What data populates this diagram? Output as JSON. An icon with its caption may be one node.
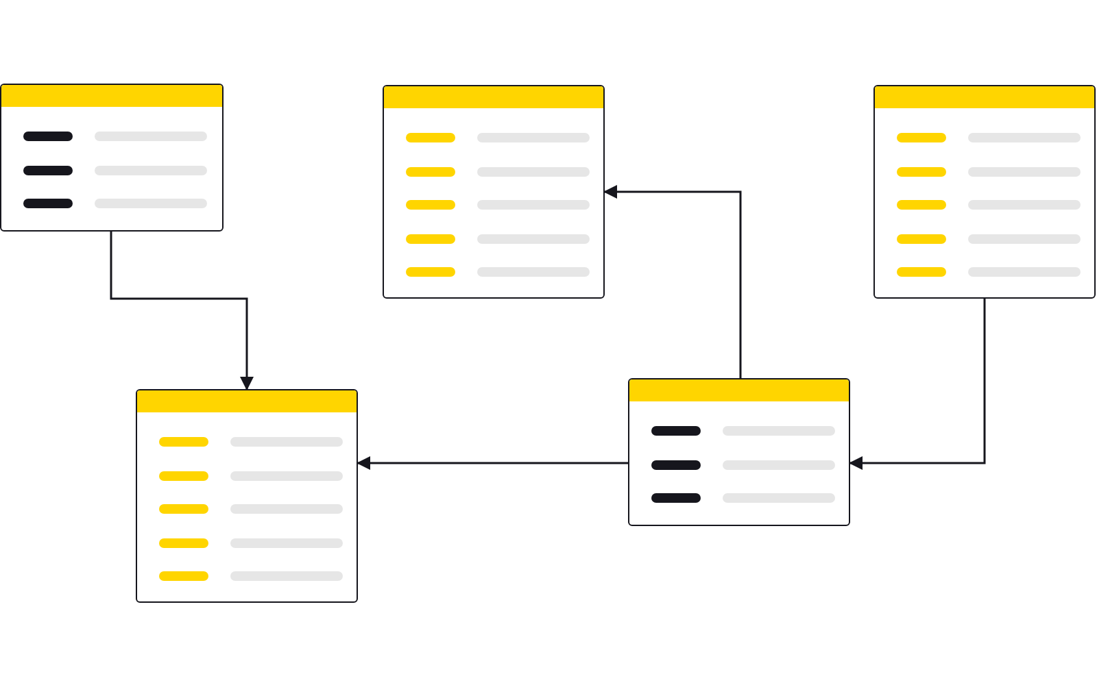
{
  "diagram": {
    "nodes": [
      {
        "text": [],
        "shape": "box"
      },
      {
        "text": [],
        "shape": "box"
      },
      {
        "text": [],
        "shape": "box"
      },
      {
        "text": [],
        "shape": "box"
      },
      {
        "text": [],
        "shape": "box"
      }
    ],
    "edges": [
      {
        "from": 0,
        "to": 3,
        "arrow": "to"
      },
      {
        "from": 4,
        "to": 3,
        "arrow": "to"
      },
      {
        "from": 4,
        "to": 1,
        "arrow": "to"
      },
      {
        "from": 2,
        "to": 4,
        "arrow": "to"
      }
    ]
  }
}
